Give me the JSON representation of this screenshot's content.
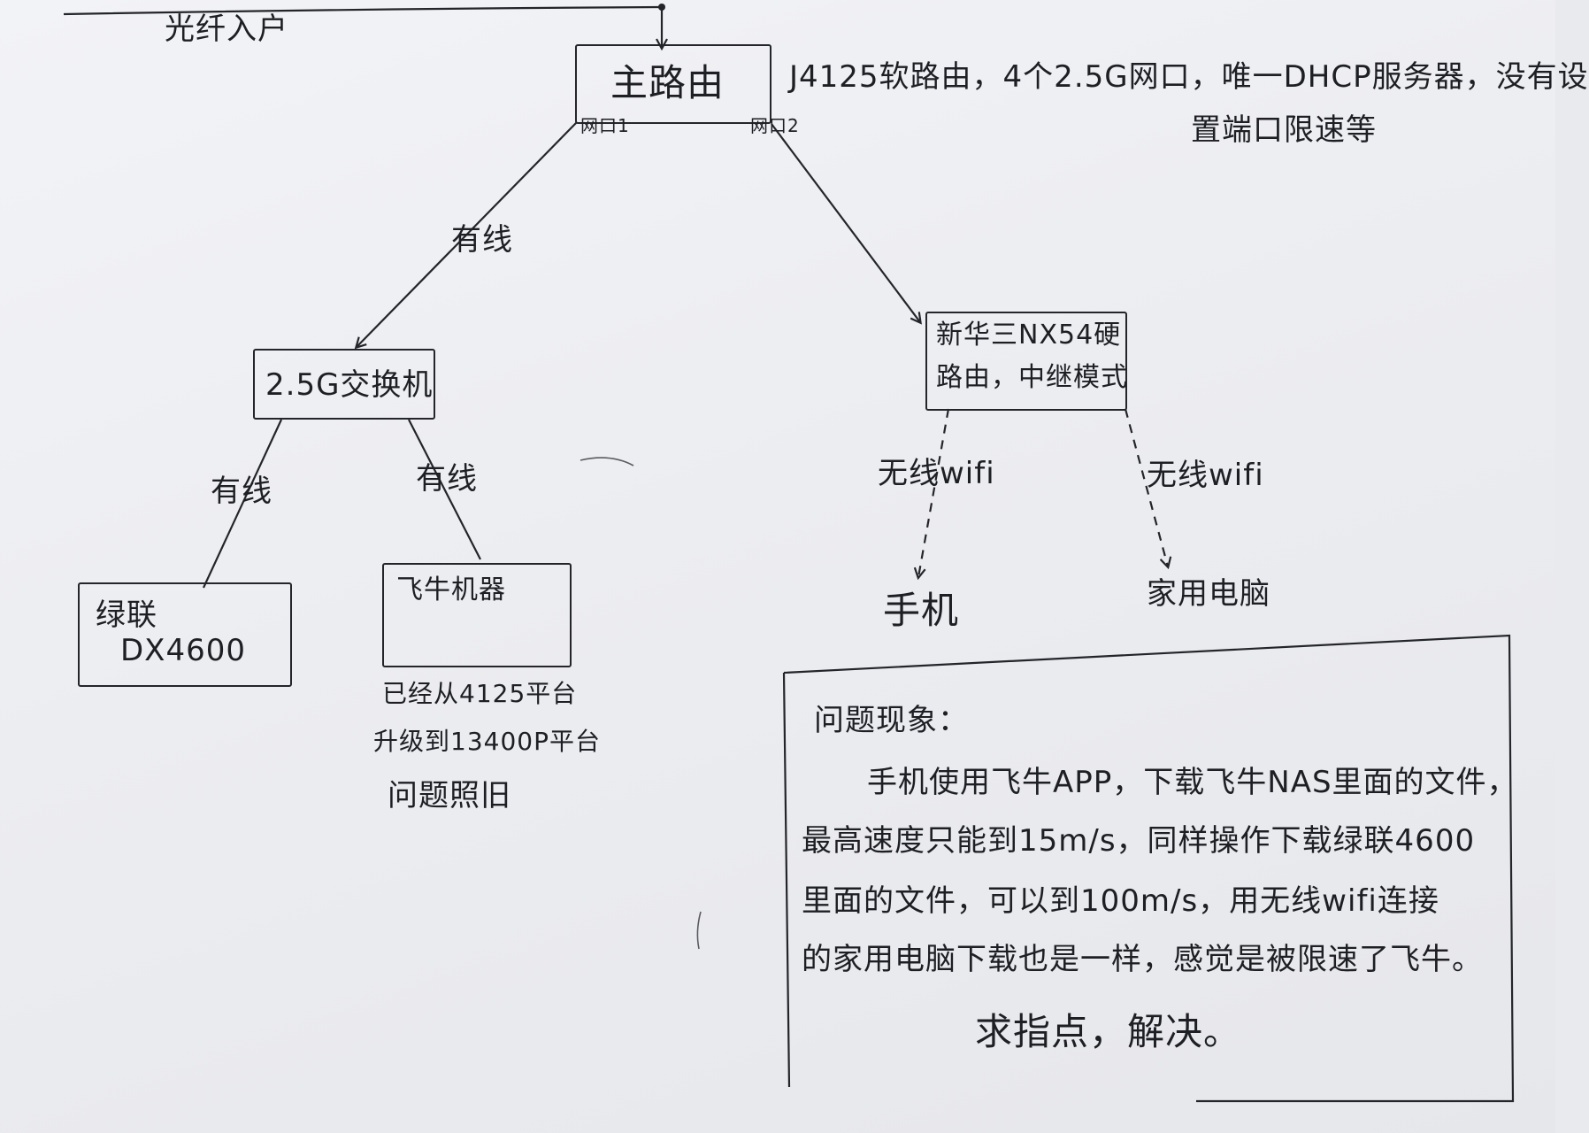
{
  "fiber_label": "光纤入户",
  "main_router": {
    "label": "主路由",
    "port1": "网口1",
    "port2": "网口2",
    "description": [
      "J4125软路由，4个2.5G网口，唯一DHCP服务器，没有设",
      "置端口限速等"
    ]
  },
  "edges": {
    "router_to_switch": "有线",
    "router_to_ap": "",
    "switch_to_nas": "有线",
    "switch_to_feiniu": "有线",
    "ap_to_phone": "无线wifi",
    "ap_to_pc": "无线wifi"
  },
  "switch": {
    "label": "2.5G交换机"
  },
  "nas_ugreen": {
    "line1": "绿联",
    "line2": "DX4600"
  },
  "feiniu_box": {
    "label": "飞牛机器"
  },
  "feiniu_note": [
    "已经从4125平台",
    "升级到13400P平台",
    "问题照旧"
  ],
  "ap": {
    "line1": "新华三NX54硬",
    "line2": "路由，中继模式"
  },
  "phone": {
    "label": "手机"
  },
  "home_pc": {
    "label": "家用电脑"
  },
  "problem": {
    "title": "问题现象：",
    "lines": [
      "手机使用飞牛APP，下载飞牛NAS里面的文件，",
      "最高速度只能到15m/s，同样操作下载绿联4600",
      "里面的文件，可以到100m/s，用无线wifi连接",
      "的家用电脑下载也是一样，感觉是被限速了飞牛。"
    ],
    "request": "求指点，解决。"
  }
}
